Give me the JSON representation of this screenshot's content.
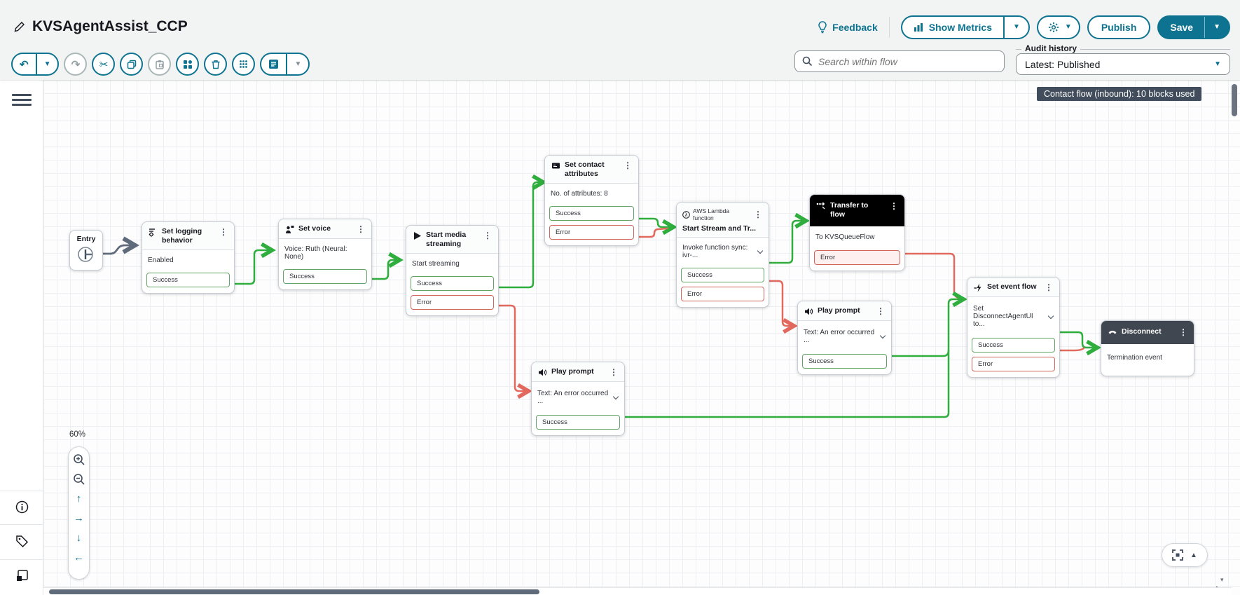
{
  "app": {
    "accent_color": "#0d7390",
    "success_color": "#2fae3e",
    "error_color": "#e2695d",
    "banner_bg": "#414d5c",
    "selected_header_bg": "#000000",
    "disconnect_header_bg": "#414750"
  },
  "header": {
    "title": "KVSAgentAssist_CCP",
    "feedback_label": "Feedback",
    "show_metrics_label": "Show Metrics",
    "publish_label": "Publish",
    "save_label": "Save"
  },
  "toolbar2": {
    "search_placeholder": "Search within flow",
    "audit_label": "Audit history",
    "audit_value": "Latest: Published"
  },
  "icons": {
    "kebab": "⋮",
    "dropdown": "▼",
    "undo": "↶",
    "redo": "↷",
    "cut": "✂",
    "collapse": "▲",
    "arrow_up": "↑",
    "arrow_right": "→",
    "arrow_down": "↓",
    "arrow_left": "←"
  },
  "canvas": {
    "banner": "Contact flow (inbound): 10 blocks used",
    "zoom_level": "60%",
    "blocks": {
      "entry": {
        "title": "Entry"
      },
      "set_logging": {
        "title": "Set logging behavior",
        "body": "Enabled",
        "success": "Success"
      },
      "set_voice": {
        "title": "Set voice",
        "body": "Voice: Ruth (Neural: None)",
        "success": "Success"
      },
      "start_media": {
        "title": "Start media streaming",
        "body": "Start streaming",
        "success": "Success",
        "error": "Error"
      },
      "set_attrs": {
        "title": "Set contact attributes",
        "body": "No. of attributes: 8",
        "success": "Success",
        "error": "Error"
      },
      "lambda": {
        "eyebrow": "AWS Lambda function",
        "title": "Start Stream and Tr...",
        "body": "Invoke function sync: ivr-...",
        "success": "Success",
        "error": "Error"
      },
      "transfer": {
        "title": "Transfer to flow",
        "body": "To KVSQueueFlow",
        "error": "Error"
      },
      "play_prompt_1": {
        "title": "Play prompt",
        "body": "Text: An error occurred ...",
        "success": "Success"
      },
      "play_prompt_2": {
        "title": "Play prompt",
        "body": "Text: An error occurred ...",
        "success": "Success"
      },
      "set_event": {
        "title": "Set event flow",
        "body": "Set DisconnectAgentUI to...",
        "success": "Success",
        "error": "Error"
      },
      "disconnect": {
        "title": "Disconnect",
        "body": "Termination event"
      }
    }
  }
}
